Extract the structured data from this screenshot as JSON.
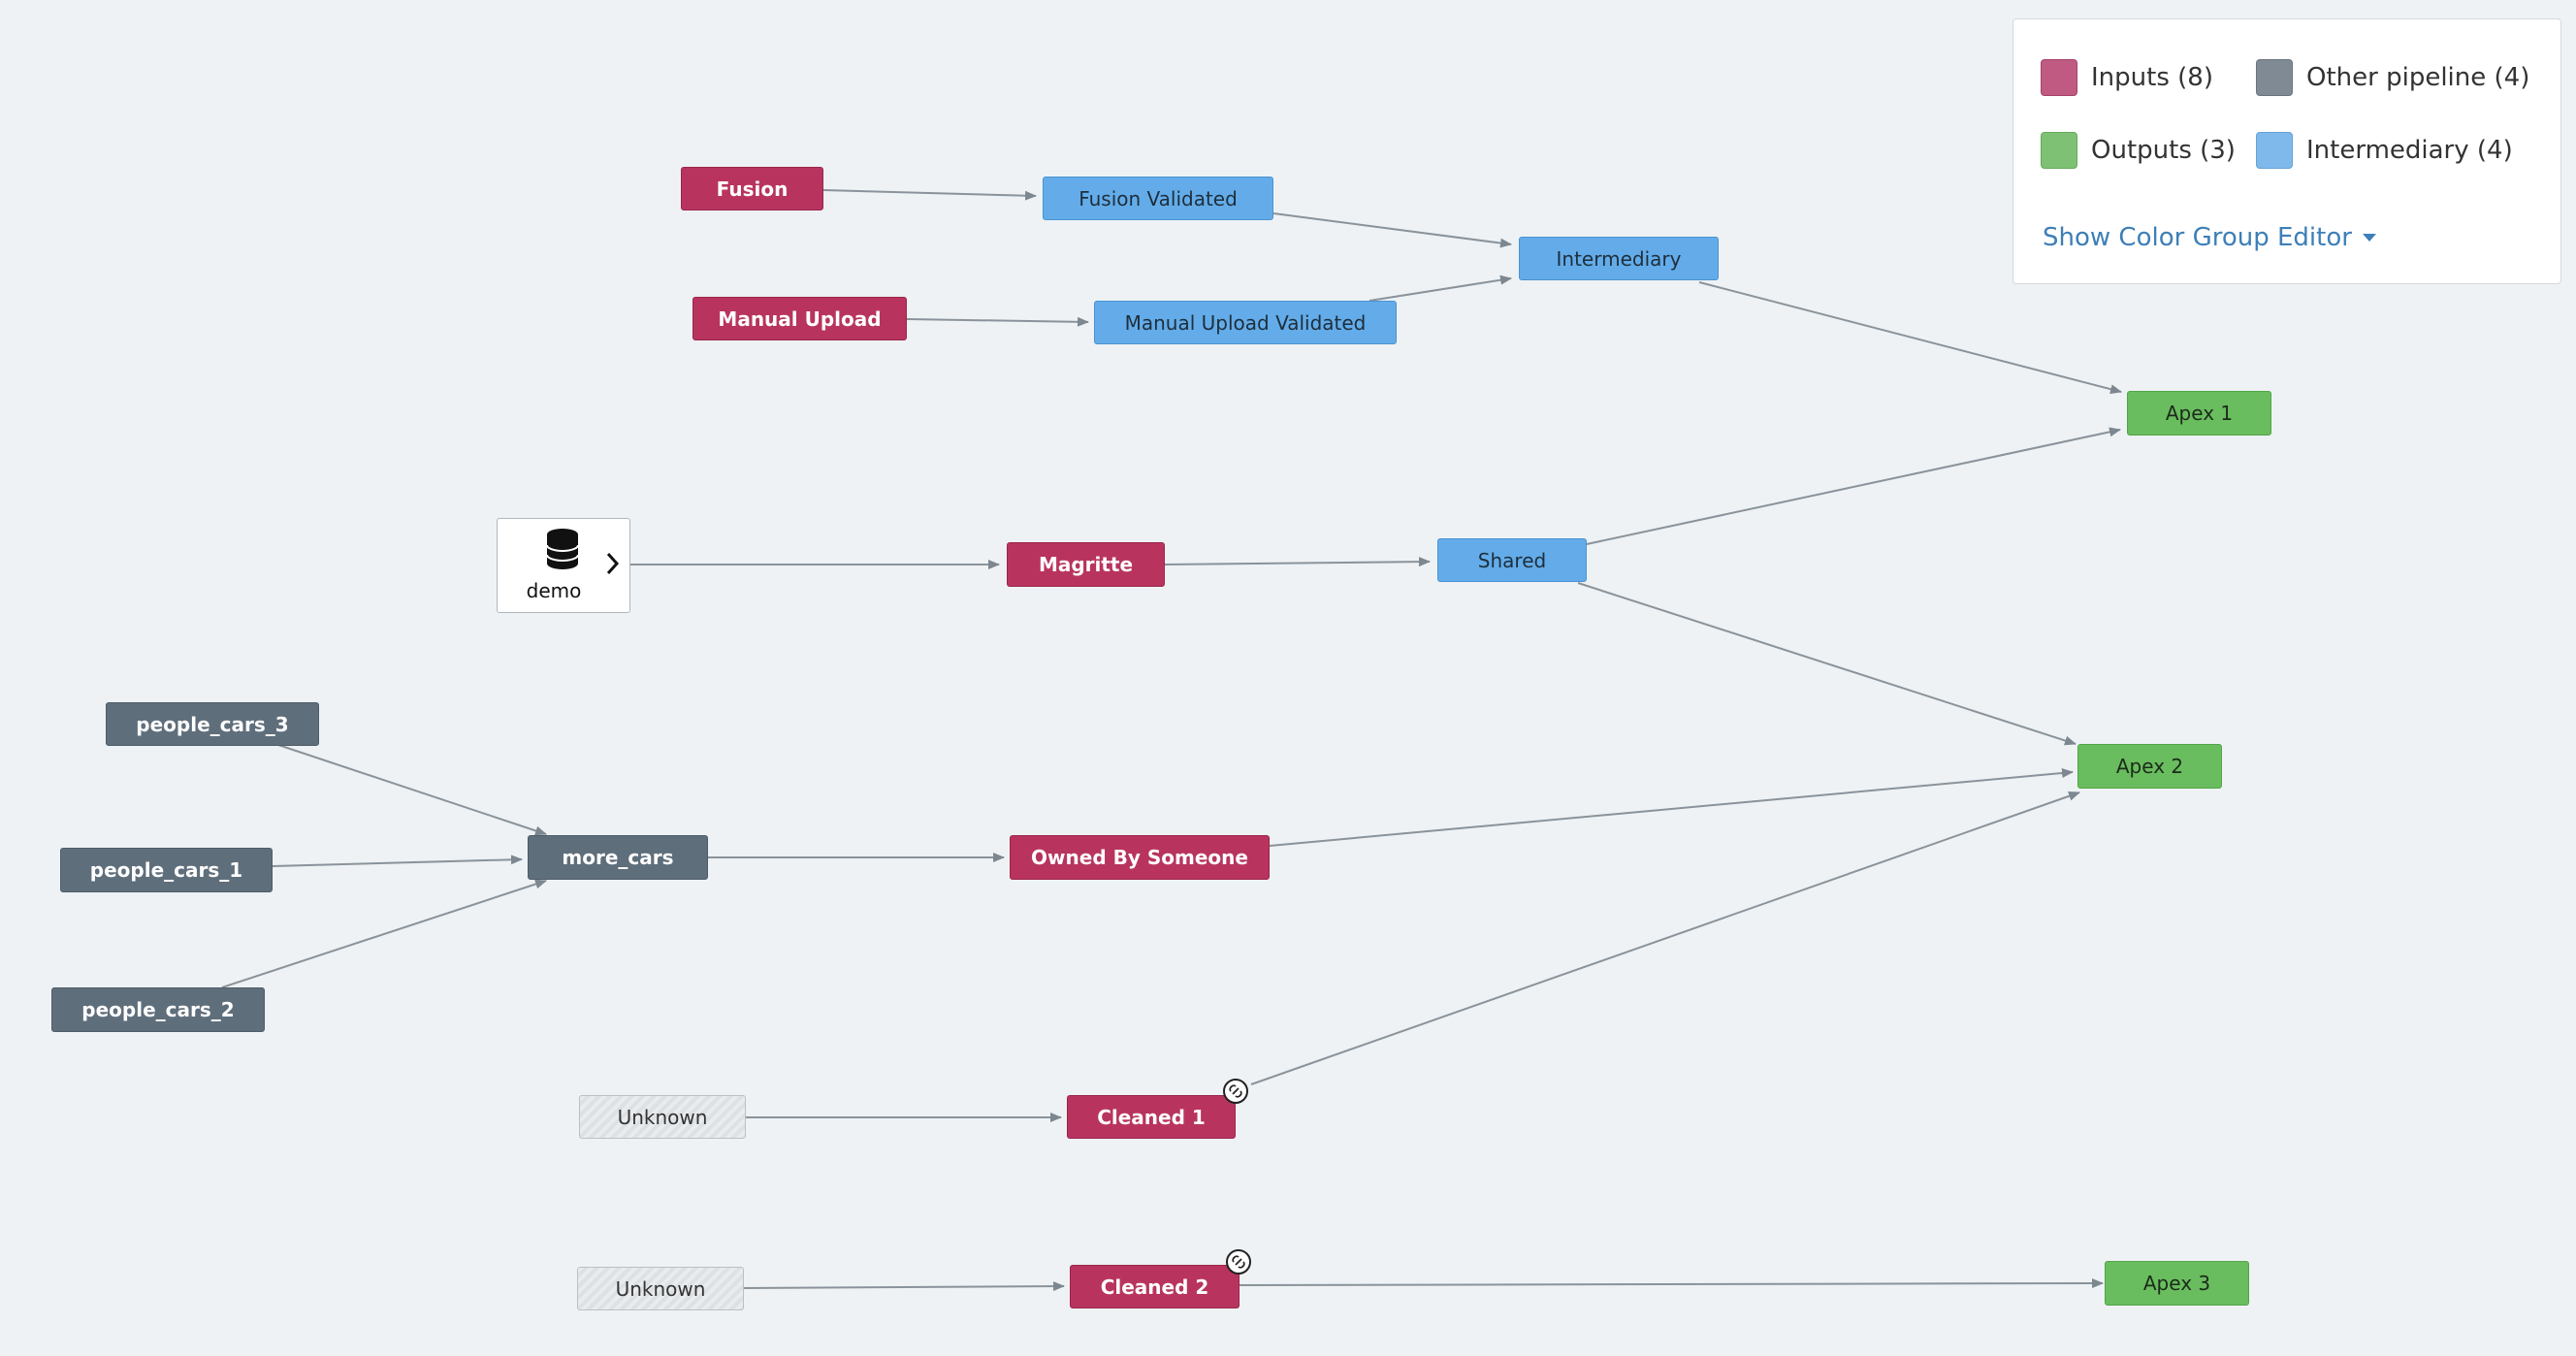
{
  "legend": {
    "items": [
      {
        "key": "inputs",
        "label": "Inputs (8)",
        "color": "#c05a82"
      },
      {
        "key": "other",
        "label": "Other pipeline (4)",
        "color": "#7f8a94"
      },
      {
        "key": "outputs",
        "label": "Outputs (3)",
        "color": "#7ec174"
      },
      {
        "key": "intermediary",
        "label": "Intermediary (4)",
        "color": "#7fb8ea"
      }
    ],
    "show_editor_label": "Show Color Group Editor"
  },
  "nodes": {
    "fusion": "Fusion",
    "fusion_validated": "Fusion Validated",
    "manual_upload": "Manual Upload",
    "manual_upload_validated": "Manual Upload Validated",
    "intermediary": "Intermediary",
    "apex1": "Apex 1",
    "demo": "demo",
    "magritte": "Magritte",
    "shared": "Shared",
    "apex2": "Apex 2",
    "people_cars_3": "people_cars_3",
    "people_cars_1": "people_cars_1",
    "people_cars_2": "people_cars_2",
    "more_cars": "more_cars",
    "owned_by_someone": "Owned By Someone",
    "unknown1": "Unknown",
    "cleaned1": "Cleaned 1",
    "unknown2": "Unknown",
    "cleaned2": "Cleaned 2",
    "apex3": "Apex 3"
  },
  "icons": {
    "data_source": "database-icon",
    "expand": "chevron-right-icon",
    "link": "link-icon",
    "dropdown": "caret-down-icon"
  }
}
